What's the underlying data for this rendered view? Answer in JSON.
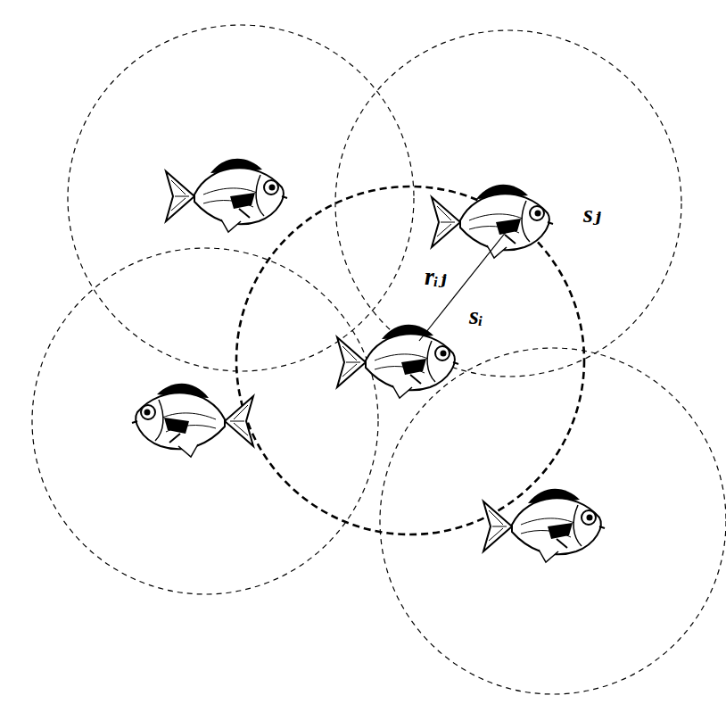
{
  "diagram": {
    "labels": [
      "sⱼ",
      "rᵢⱼ",
      "sᵢ"
    ]
  }
}
